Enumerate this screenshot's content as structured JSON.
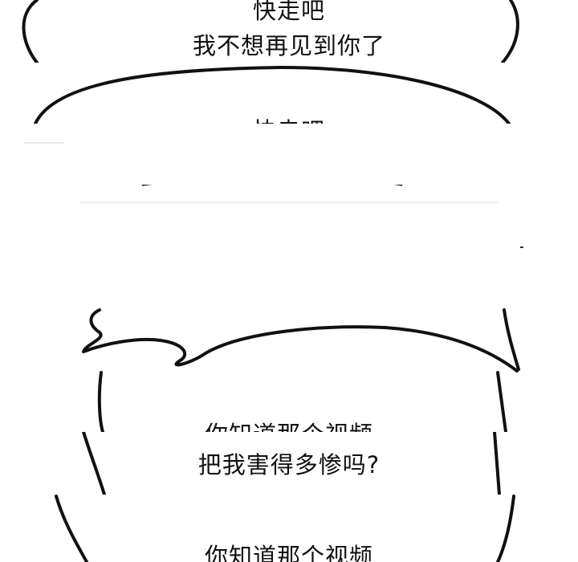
{
  "colors": {
    "ink": "#111111",
    "paper": "#ffffff"
  },
  "panel1": {
    "line1": "快走吧",
    "line2": "我不想再见到你了"
  },
  "panel2": {
    "line1": "快走吧"
  },
  "panel6": {
    "line1": "你知道那个视频"
  },
  "panel7": {
    "line1": "把我害得多惨吗?"
  },
  "panel8": {
    "line1": "你知道那个视频"
  }
}
